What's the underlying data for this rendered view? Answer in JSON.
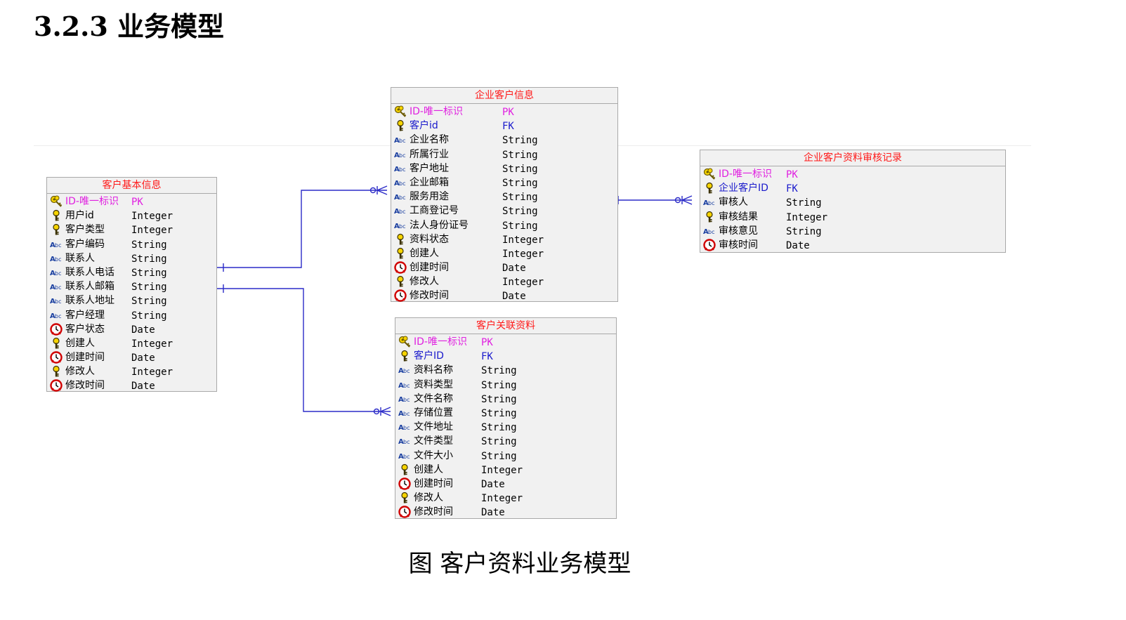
{
  "section": {
    "number": "3.2.3",
    "title": "业务模型"
  },
  "caption": "图  客户资料业务模型",
  "colors": {
    "entity_title": "#ff1a1a",
    "pk_text": "#e020e0",
    "fk_text": "#1a1acc",
    "connector": "#2b2bc8",
    "entity_bg": "#f1f1f1",
    "entity_border": "#a9a9a9"
  },
  "entities": [
    {
      "id": "customer_basic",
      "title": "客户基本信息",
      "fields": [
        {
          "name": "ID-唯一标识",
          "type": "PK",
          "icon": "primary-key-icon",
          "role": "pk"
        },
        {
          "name": "用户id",
          "type": "Integer",
          "icon": "key-icon"
        },
        {
          "name": "客户类型",
          "type": "Integer",
          "icon": "key-icon"
        },
        {
          "name": "客户编码",
          "type": "String",
          "icon": "text-abc-icon"
        },
        {
          "name": "联系人",
          "type": "String",
          "icon": "text-abc-icon"
        },
        {
          "name": "联系人电话",
          "type": "String",
          "icon": "text-abc-icon"
        },
        {
          "name": "联系人邮箱",
          "type": "String",
          "icon": "text-abc-icon"
        },
        {
          "name": "联系人地址",
          "type": "String",
          "icon": "text-abc-icon"
        },
        {
          "name": "客户经理",
          "type": "String",
          "icon": "text-abc-icon"
        },
        {
          "name": "客户状态",
          "type": "Date",
          "icon": "clock-icon"
        },
        {
          "name": "创建人",
          "type": "Integer",
          "icon": "key-icon"
        },
        {
          "name": "创建时间",
          "type": "Date",
          "icon": "clock-icon"
        },
        {
          "name": "修改人",
          "type": "Integer",
          "icon": "key-icon"
        },
        {
          "name": "修改时间",
          "type": "Date",
          "icon": "clock-icon"
        }
      ]
    },
    {
      "id": "enterprise_customer",
      "title": "企业客户信息",
      "fields": [
        {
          "name": "ID-唯一标识",
          "type": "PK",
          "icon": "primary-key-icon",
          "role": "pk"
        },
        {
          "name": "客户id",
          "type": "FK",
          "icon": "key-icon",
          "role": "fk"
        },
        {
          "name": "企业名称",
          "type": "String",
          "icon": "text-abc-icon"
        },
        {
          "name": "所属行业",
          "type": "String",
          "icon": "text-abc-icon"
        },
        {
          "name": "客户地址",
          "type": "String",
          "icon": "text-abc-icon"
        },
        {
          "name": "企业邮箱",
          "type": "String",
          "icon": "text-abc-icon"
        },
        {
          "name": "服务用途",
          "type": "String",
          "icon": "text-abc-icon"
        },
        {
          "name": "工商登记号",
          "type": "String",
          "icon": "text-abc-icon"
        },
        {
          "name": "法人身份证号",
          "type": "String",
          "icon": "text-abc-icon"
        },
        {
          "name": "资料状态",
          "type": "Integer",
          "icon": "key-icon"
        },
        {
          "name": "创建人",
          "type": "Integer",
          "icon": "key-icon"
        },
        {
          "name": "创建时间",
          "type": "Date",
          "icon": "clock-icon"
        },
        {
          "name": "修改人",
          "type": "Integer",
          "icon": "key-icon"
        },
        {
          "name": "修改时间",
          "type": "Date",
          "icon": "clock-icon"
        }
      ]
    },
    {
      "id": "audit_record",
      "title": "企业客户资料审核记录",
      "fields": [
        {
          "name": "ID-唯一标识",
          "type": "PK",
          "icon": "primary-key-icon",
          "role": "pk"
        },
        {
          "name": "企业客户ID",
          "type": "FK",
          "icon": "key-icon",
          "role": "fk"
        },
        {
          "name": "审核人",
          "type": "String",
          "icon": "text-abc-icon"
        },
        {
          "name": "审核结果",
          "type": "Integer",
          "icon": "key-icon"
        },
        {
          "name": "审核意见",
          "type": "String",
          "icon": "text-abc-icon"
        },
        {
          "name": "审核时间",
          "type": "Date",
          "icon": "clock-icon"
        }
      ]
    },
    {
      "id": "related_material",
      "title": "客户关联资料",
      "fields": [
        {
          "name": "ID-唯一标识",
          "type": "PK",
          "icon": "primary-key-icon",
          "role": "pk"
        },
        {
          "name": "客户ID",
          "type": "FK",
          "icon": "key-icon",
          "role": "fk"
        },
        {
          "name": "资料名称",
          "type": "String",
          "icon": "text-abc-icon"
        },
        {
          "name": "资料类型",
          "type": "String",
          "icon": "text-abc-icon"
        },
        {
          "name": "文件名称",
          "type": "String",
          "icon": "text-abc-icon"
        },
        {
          "name": "存储位置",
          "type": "String",
          "icon": "text-abc-icon"
        },
        {
          "name": "文件地址",
          "type": "String",
          "icon": "text-abc-icon"
        },
        {
          "name": "文件类型",
          "type": "String",
          "icon": "text-abc-icon"
        },
        {
          "name": "文件大小",
          "type": "String",
          "icon": "text-abc-icon"
        },
        {
          "name": "创建人",
          "type": "Integer",
          "icon": "key-icon"
        },
        {
          "name": "创建时间",
          "type": "Date",
          "icon": "clock-icon"
        },
        {
          "name": "修改人",
          "type": "Integer",
          "icon": "key-icon"
        },
        {
          "name": "修改时间",
          "type": "Date",
          "icon": "clock-icon"
        }
      ]
    }
  ],
  "relationships": [
    {
      "from": "customer_basic",
      "to": "enterprise_customer",
      "from_end": "one",
      "to_end": "many"
    },
    {
      "from": "customer_basic",
      "to": "related_material",
      "from_end": "one",
      "to_end": "many"
    },
    {
      "from": "enterprise_customer",
      "to": "audit_record",
      "from_end": "one",
      "to_end": "many"
    }
  ]
}
